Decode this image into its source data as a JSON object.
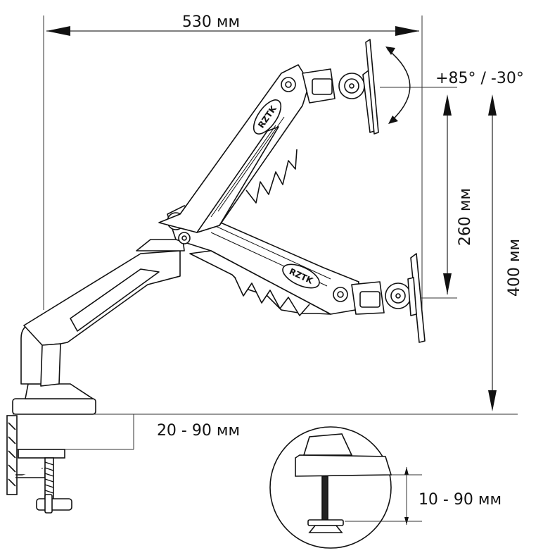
{
  "dimensions": {
    "width_label": "530 мм",
    "tilt_label": "+85° / -30°",
    "height_small_label": "260 мм",
    "height_large_label": "400 мм",
    "desk_thickness_label": "20 - 90 мм",
    "grommet_label": "10 - 90 мм"
  },
  "arm": {
    "upper_brand": "RZTK",
    "lower_brand": "RZTK"
  }
}
